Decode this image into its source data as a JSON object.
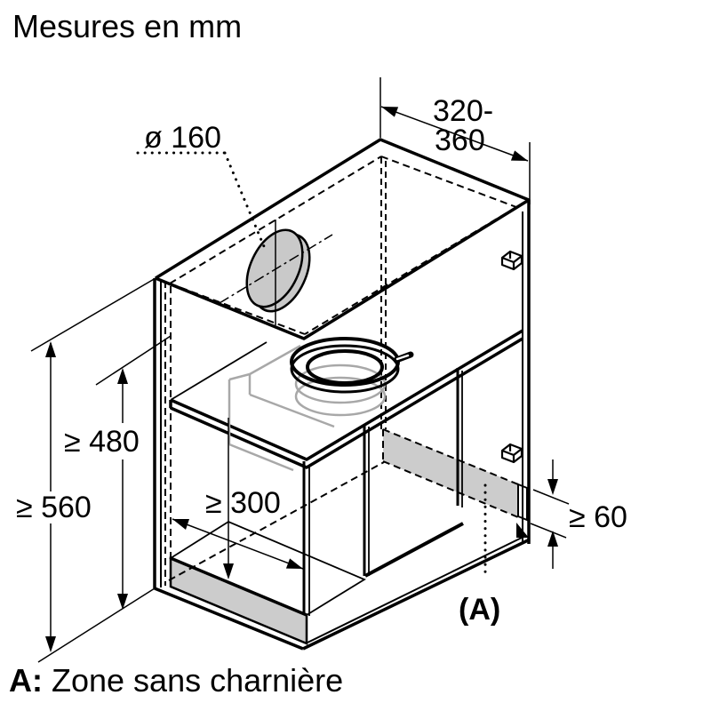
{
  "title": "Mesures en mm",
  "legend": {
    "prefix": "A:",
    "text": " Zone sans charnière"
  },
  "dimensions": {
    "diameter": "ø 160",
    "depth_line1": "320-",
    "depth_line2": "360",
    "height_interior": "≥ 480",
    "height_total": "≥ 560",
    "clearance_bottom": "≥ 300",
    "hinge_zone_height": "≥ 60",
    "zone_marker": "(A)"
  },
  "colors": {
    "line": "#000000",
    "zone_band_gray": "#cccccc",
    "base_rail_gray": "#cccccc",
    "duct_hole_gray": "#c9c9c9",
    "hood_outline_gray": "#a8a8a8",
    "background": "#ffffff"
  }
}
